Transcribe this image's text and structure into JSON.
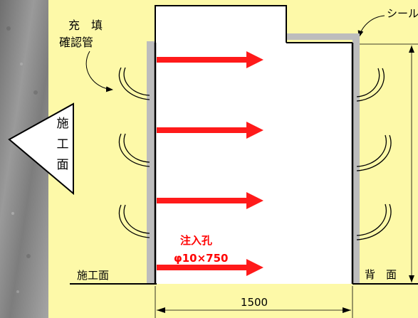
{
  "labels": {
    "filling_check_pipe_line1": "充　填",
    "filling_check_pipe_line2": "確認管",
    "seal": "シール",
    "construction_face_vertical": [
      "施",
      "工",
      "面"
    ],
    "construction_face_bottom": "施工面",
    "back_face": "背　面",
    "injection_hole_title": "注入孔",
    "injection_hole_spec": "φ10×750",
    "width_dimension": "1500"
  },
  "colors": {
    "yellow_bg": "#fdf9a8",
    "concrete_gray": "#8a8a8a",
    "arrow_red": "#ff1a1a",
    "seal_gray": "#bdbdbd",
    "injection_text_red": "#ff0000"
  }
}
